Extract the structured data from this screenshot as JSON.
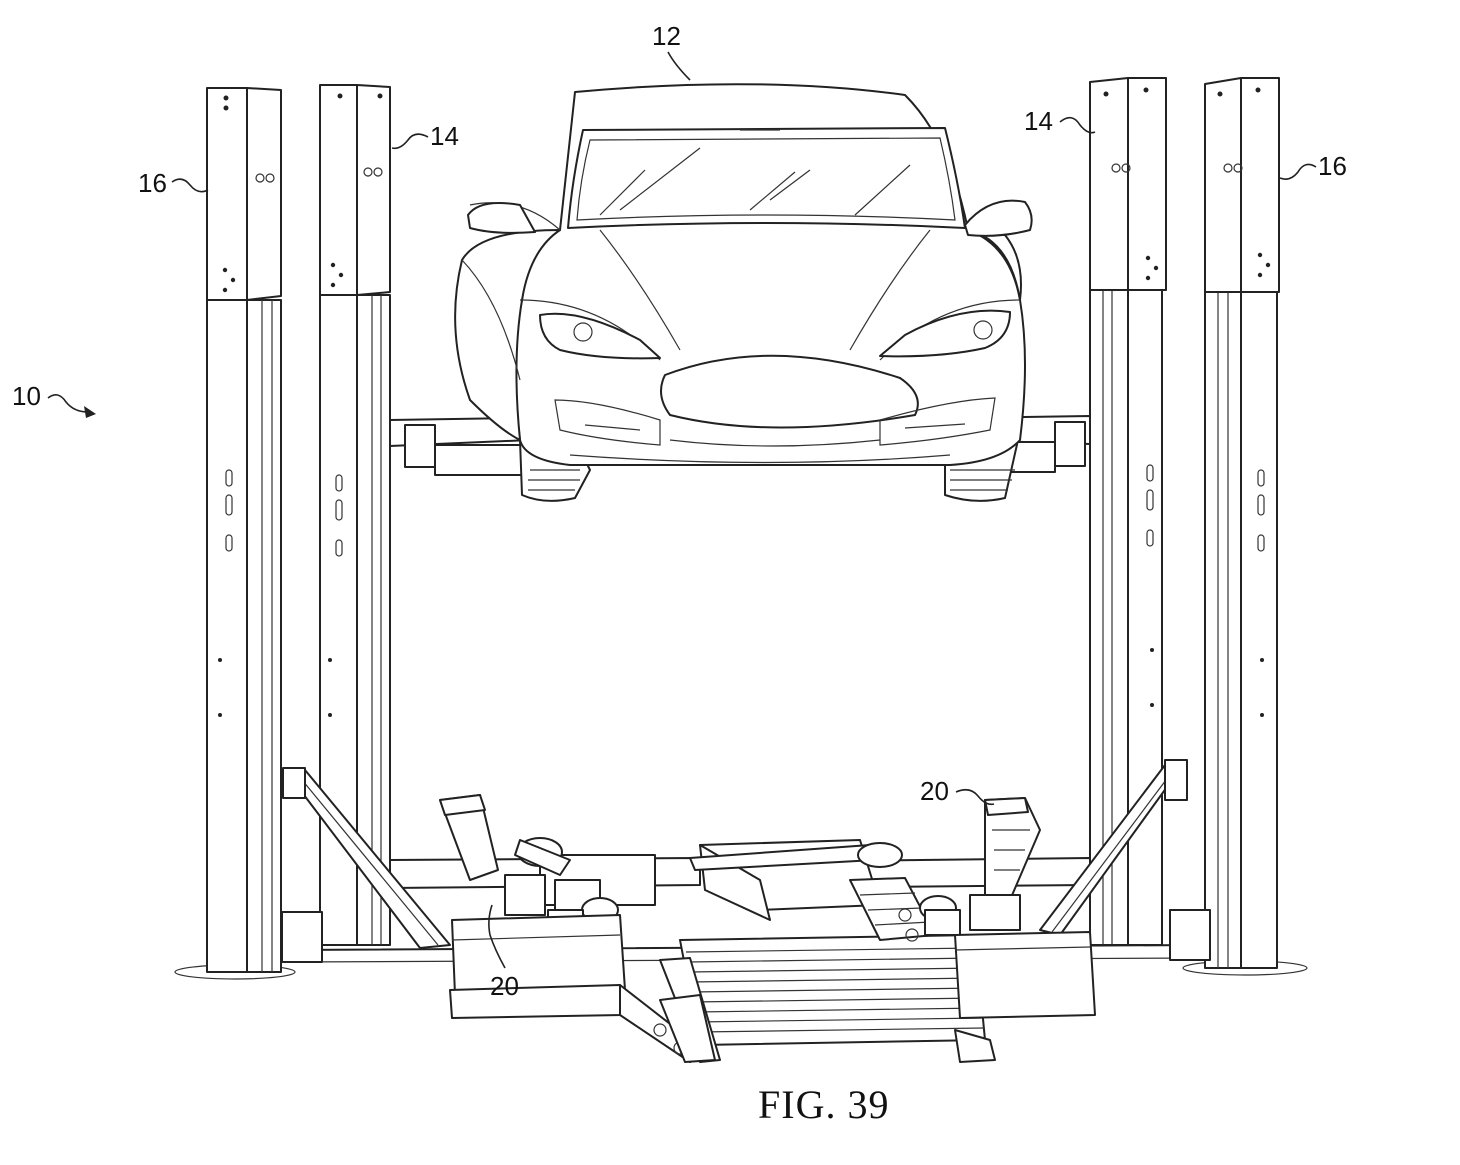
{
  "figure": {
    "caption": "FIG. 39"
  },
  "reference_numerals": {
    "lift_system": "10",
    "vehicle": "12",
    "inner_post_left": "14",
    "inner_post_right": "14",
    "outer_post_left": "16",
    "outer_post_right": "16",
    "lift_unit_left": "20",
    "lift_unit_right": "20"
  }
}
